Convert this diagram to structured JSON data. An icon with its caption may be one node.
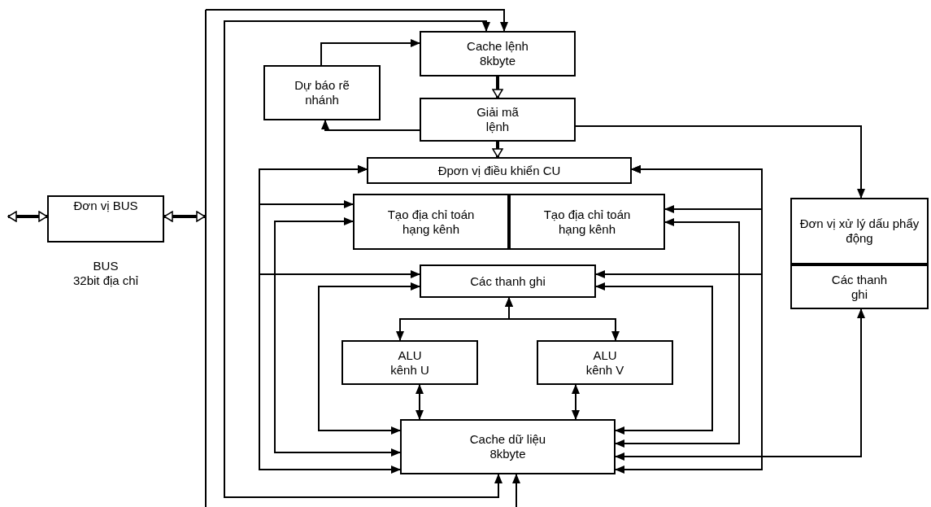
{
  "diagram": {
    "nodes": [
      {
        "text": [
          "Đơn vị BUS"
        ]
      },
      {
        "text": [
          "Cache lệnh 8kbyte"
        ]
      },
      {
        "text": [
          "Dự báo rẽ nhánh"
        ]
      },
      {
        "text": [
          "Giải mã lệnh"
        ]
      },
      {
        "text": [
          "Đpơn vị điều khiển CU"
        ]
      },
      {
        "text": [
          "Tạo địa chỉ toán hạng kênh"
        ]
      },
      {
        "text": [
          "Tạo địa chỉ toán hạng kênh"
        ]
      },
      {
        "text": [
          "Các thanh ghi"
        ]
      },
      {
        "text": [
          "ALU kênh U"
        ]
      },
      {
        "text": [
          "ALU kênh V"
        ]
      },
      {
        "text": [
          "Cache dữ liệu 8kbyte"
        ]
      },
      {
        "text": [
          "Đơn vị xử lý dấu phẩy động"
        ]
      },
      {
        "text": [
          "Các thanh ghi"
        ]
      },
      {
        "text": [],
        "shape": "bar"
      }
    ],
    "edges": [
      {
        "from": null,
        "to": 0,
        "arrow": "both",
        "style": "thick"
      },
      {
        "from": 0,
        "to": 13,
        "arrow": "both",
        "style": "thick"
      },
      {
        "from": 13,
        "to": 1,
        "arrow": "to"
      },
      {
        "from": 10,
        "to": 1,
        "arrow": "both"
      },
      {
        "from": 2,
        "to": 1,
        "arrow": "to"
      },
      {
        "from": 1,
        "to": 3,
        "arrow": "to",
        "style": "thick"
      },
      {
        "from": 3,
        "to": 2,
        "arrow": "to"
      },
      {
        "from": 3,
        "to": 11,
        "arrow": "to"
      },
      {
        "from": 3,
        "to": 4,
        "arrow": "to",
        "style": "thick"
      },
      {
        "from": 4,
        "to": 5,
        "arrow": "both"
      },
      {
        "from": 4,
        "to": 7,
        "arrow": "both"
      },
      {
        "from": 4,
        "to": 10,
        "arrow": "both"
      },
      {
        "from": 5,
        "to": 10,
        "arrow": "both"
      },
      {
        "from": 7,
        "to": 10,
        "arrow": "both"
      },
      {
        "from": 4,
        "to": 6,
        "arrow": "both"
      },
      {
        "from": 4,
        "to": 7,
        "arrow": "both"
      },
      {
        "from": 4,
        "to": 10,
        "arrow": "both"
      },
      {
        "from": 6,
        "to": 10,
        "arrow": "both"
      },
      {
        "from": 7,
        "to": 10,
        "arrow": "both"
      },
      {
        "from": 12,
        "to": 10,
        "arrow": "both"
      },
      {
        "from": 7,
        "to": 8,
        "arrow": "both"
      },
      {
        "from": 7,
        "to": 9,
        "arrow": "both"
      },
      {
        "from": 8,
        "to": 10,
        "arrow": "both"
      },
      {
        "from": 9,
        "to": 10,
        "arrow": "both"
      },
      {
        "from": null,
        "to": 10,
        "arrow": "to"
      }
    ],
    "labels": [
      "BUS",
      "32bit địa chỉ"
    ]
  }
}
